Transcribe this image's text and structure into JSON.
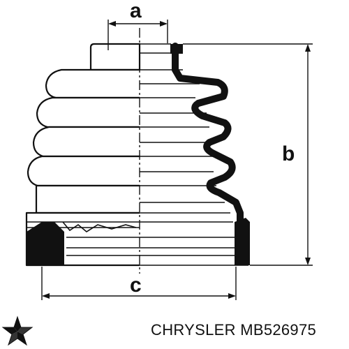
{
  "dimensions": {
    "a": "a",
    "b": "b",
    "c": "c"
  },
  "brand": {
    "logo_icon": "chrysler-pentastar-icon",
    "caption": "CHRYSLER MB526975"
  },
  "colors": {
    "line": "#111111",
    "rubber": "#111111",
    "background": "#ffffff"
  }
}
